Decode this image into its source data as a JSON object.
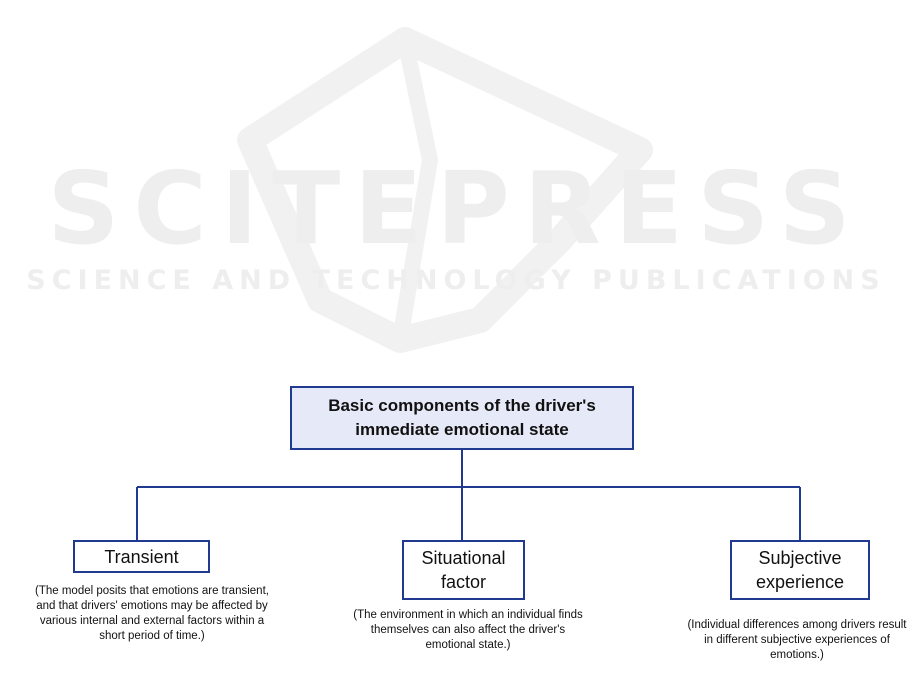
{
  "watermark": {
    "main": "SCITEPRESS",
    "sub": "SCIENCE AND TECHNOLOGY PUBLICATIONS"
  },
  "root": {
    "label": "Basic components of the driver's immediate emotional state"
  },
  "children": [
    {
      "label": "Transient",
      "note": "(The model posits that emotions are transient, and that drivers' emotions may be affected by various internal and external factors within a short period of time.)"
    },
    {
      "label": "Situational factor",
      "note": "(The environment in which an individual finds themselves can also affect the driver's emotional state.)"
    },
    {
      "label": "Subjective experience",
      "note": "(Individual differences among drivers result in different subjective experiences of emotions.)"
    }
  ],
  "colors": {
    "line": "#1f3a8f",
    "root_fill": "#e6e9f7",
    "watermark": "#eeeeee"
  }
}
